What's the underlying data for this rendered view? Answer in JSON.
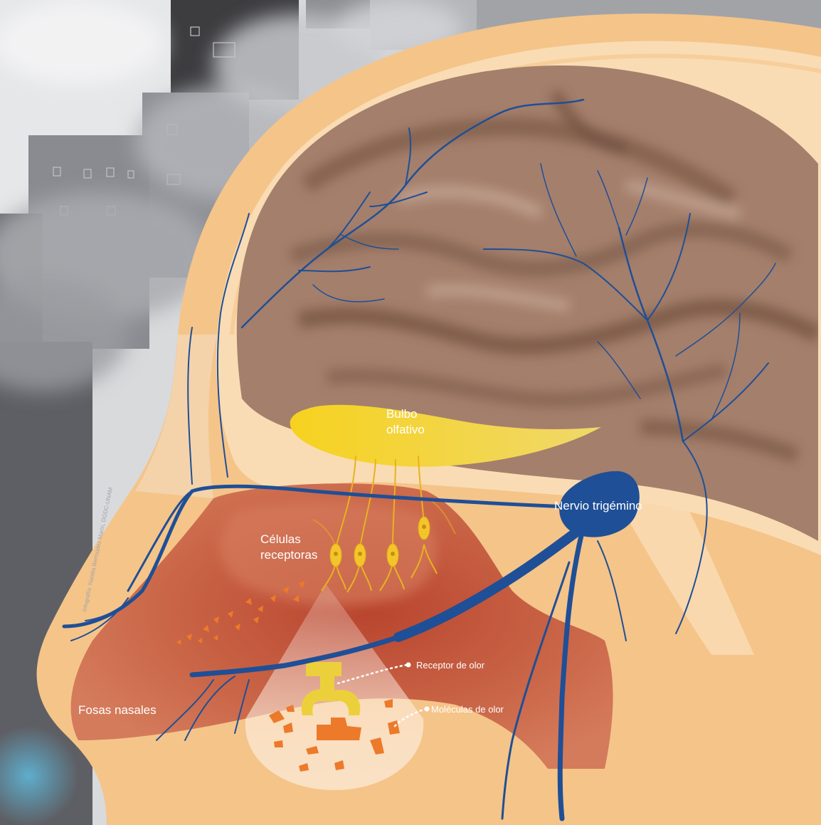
{
  "labels": {
    "bulbo_line1": "Bulbo",
    "bulbo_line2": "olfativo",
    "nervio": "Nervio trigémino",
    "celulas_line1": "Células",
    "celulas_line2": "receptoras",
    "receptor": "Receptor de olor",
    "moleculas": "Moléculas de olor",
    "fosas": "Fosas nasales"
  },
  "credit": "Infografía: Natalia Bermúdez Marín, DGDC-UNAM",
  "colors": {
    "skin": "#f5c489",
    "skin_light": "#f9dcb4",
    "brain": "#a47f6c",
    "brain_dark": "#7c5b48",
    "olfactory_bulb": "#f3d33a",
    "nerve": "#1f4f96",
    "nasal_cavity": "#c96446",
    "molecule": "#ec7a2a",
    "smog": "#8e9198"
  }
}
